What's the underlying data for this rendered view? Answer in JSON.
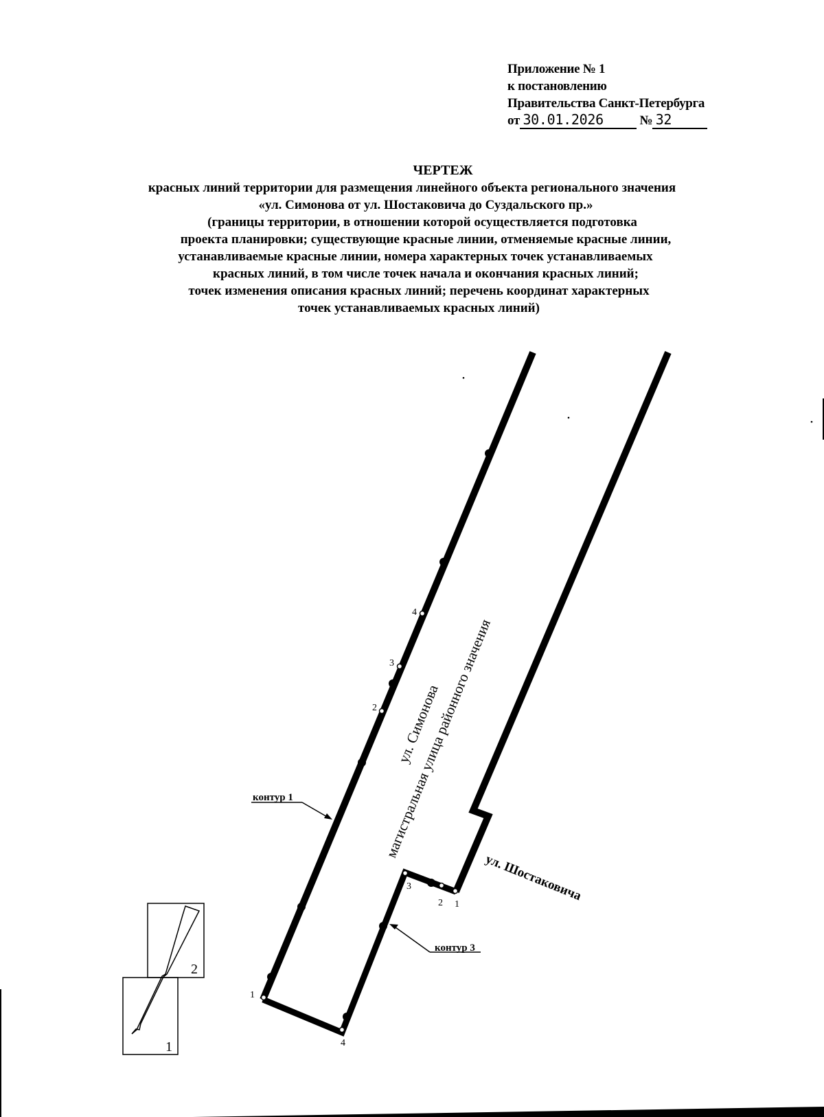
{
  "appendix": {
    "line1": "Приложение № 1",
    "line2": "к постановлению",
    "line3": "Правительства Санкт-Петербурга",
    "date_prefix": "от",
    "date": "30.01.2026",
    "number_prefix": "№",
    "number": "32"
  },
  "title": {
    "heading": "ЧЕРТЕЖ",
    "lines": [
      "красных линий территории для размещения линейного объекта регионального значения",
      "«ул. Симонова от ул. Шостаковича до Суздальского пр.»",
      "(границы территории, в отношении которой осуществляется подготовка",
      "проекта планировки; существующие красные линии, отменяемые красные линии,",
      "устанавливаемые красные линии, номера характерных точек устанавливаемых",
      "красных линий,  в том числе точек начала и окончания красных линий;",
      "точек изменения описания красных линий; перечень координат характерных",
      "точек устанавливаемых красных линий)"
    ]
  },
  "drawing": {
    "street_main_name": "ул. Симонова",
    "street_main_type": "магистральная улица районного значения",
    "street_cross_name": "ул. Шостаковича",
    "contour1_label": "контур 1",
    "contour3_label": "контур 3",
    "contour1_points": [
      "2",
      "3",
      "4"
    ],
    "contour3_points": [
      "1",
      "2",
      "3",
      "4"
    ],
    "contour_bottom_point_1": "1",
    "contour_bottom_point_4": "4",
    "index_map": {
      "sheet_1": "1",
      "sheet_2": "2"
    },
    "line_color": "#000000"
  }
}
